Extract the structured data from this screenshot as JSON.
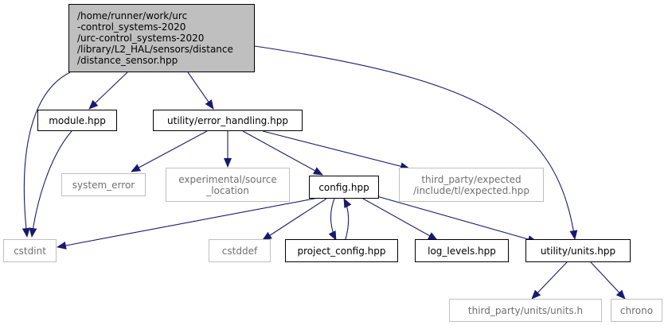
{
  "colors": {
    "edge": "#191970",
    "root_fill": "#bfbfbf",
    "external_border": "#bfbfbf",
    "internal_border": "#000000"
  },
  "nodes": {
    "root": {
      "lines": [
        "/home/runner/work/urc",
        "-control_systems-2020",
        "/urc-control_systems-2020",
        "/library/L2_HAL/sensors/distance",
        "/distance_sensor.hpp"
      ]
    },
    "module": {
      "lines": [
        "module.hpp"
      ]
    },
    "error_handling": {
      "lines": [
        "utility/error_handling.hpp"
      ]
    },
    "system_error": {
      "lines": [
        "system_error"
      ]
    },
    "source_location": {
      "lines": [
        "experimental/source",
        "_location"
      ]
    },
    "config": {
      "lines": [
        "config.hpp"
      ]
    },
    "expected": {
      "lines": [
        "third_party/expected",
        "/include/tl/expected.hpp"
      ]
    },
    "cstdint": {
      "lines": [
        "cstdint"
      ]
    },
    "cstddef": {
      "lines": [
        "cstddef"
      ]
    },
    "project_config": {
      "lines": [
        "project_config.hpp"
      ]
    },
    "log_levels": {
      "lines": [
        "log_levels.hpp"
      ]
    },
    "units": {
      "lines": [
        "utility/units.hpp"
      ]
    },
    "units_h": {
      "lines": [
        "third_party/units/units.h"
      ]
    },
    "chrono": {
      "lines": [
        "chrono"
      ]
    }
  }
}
